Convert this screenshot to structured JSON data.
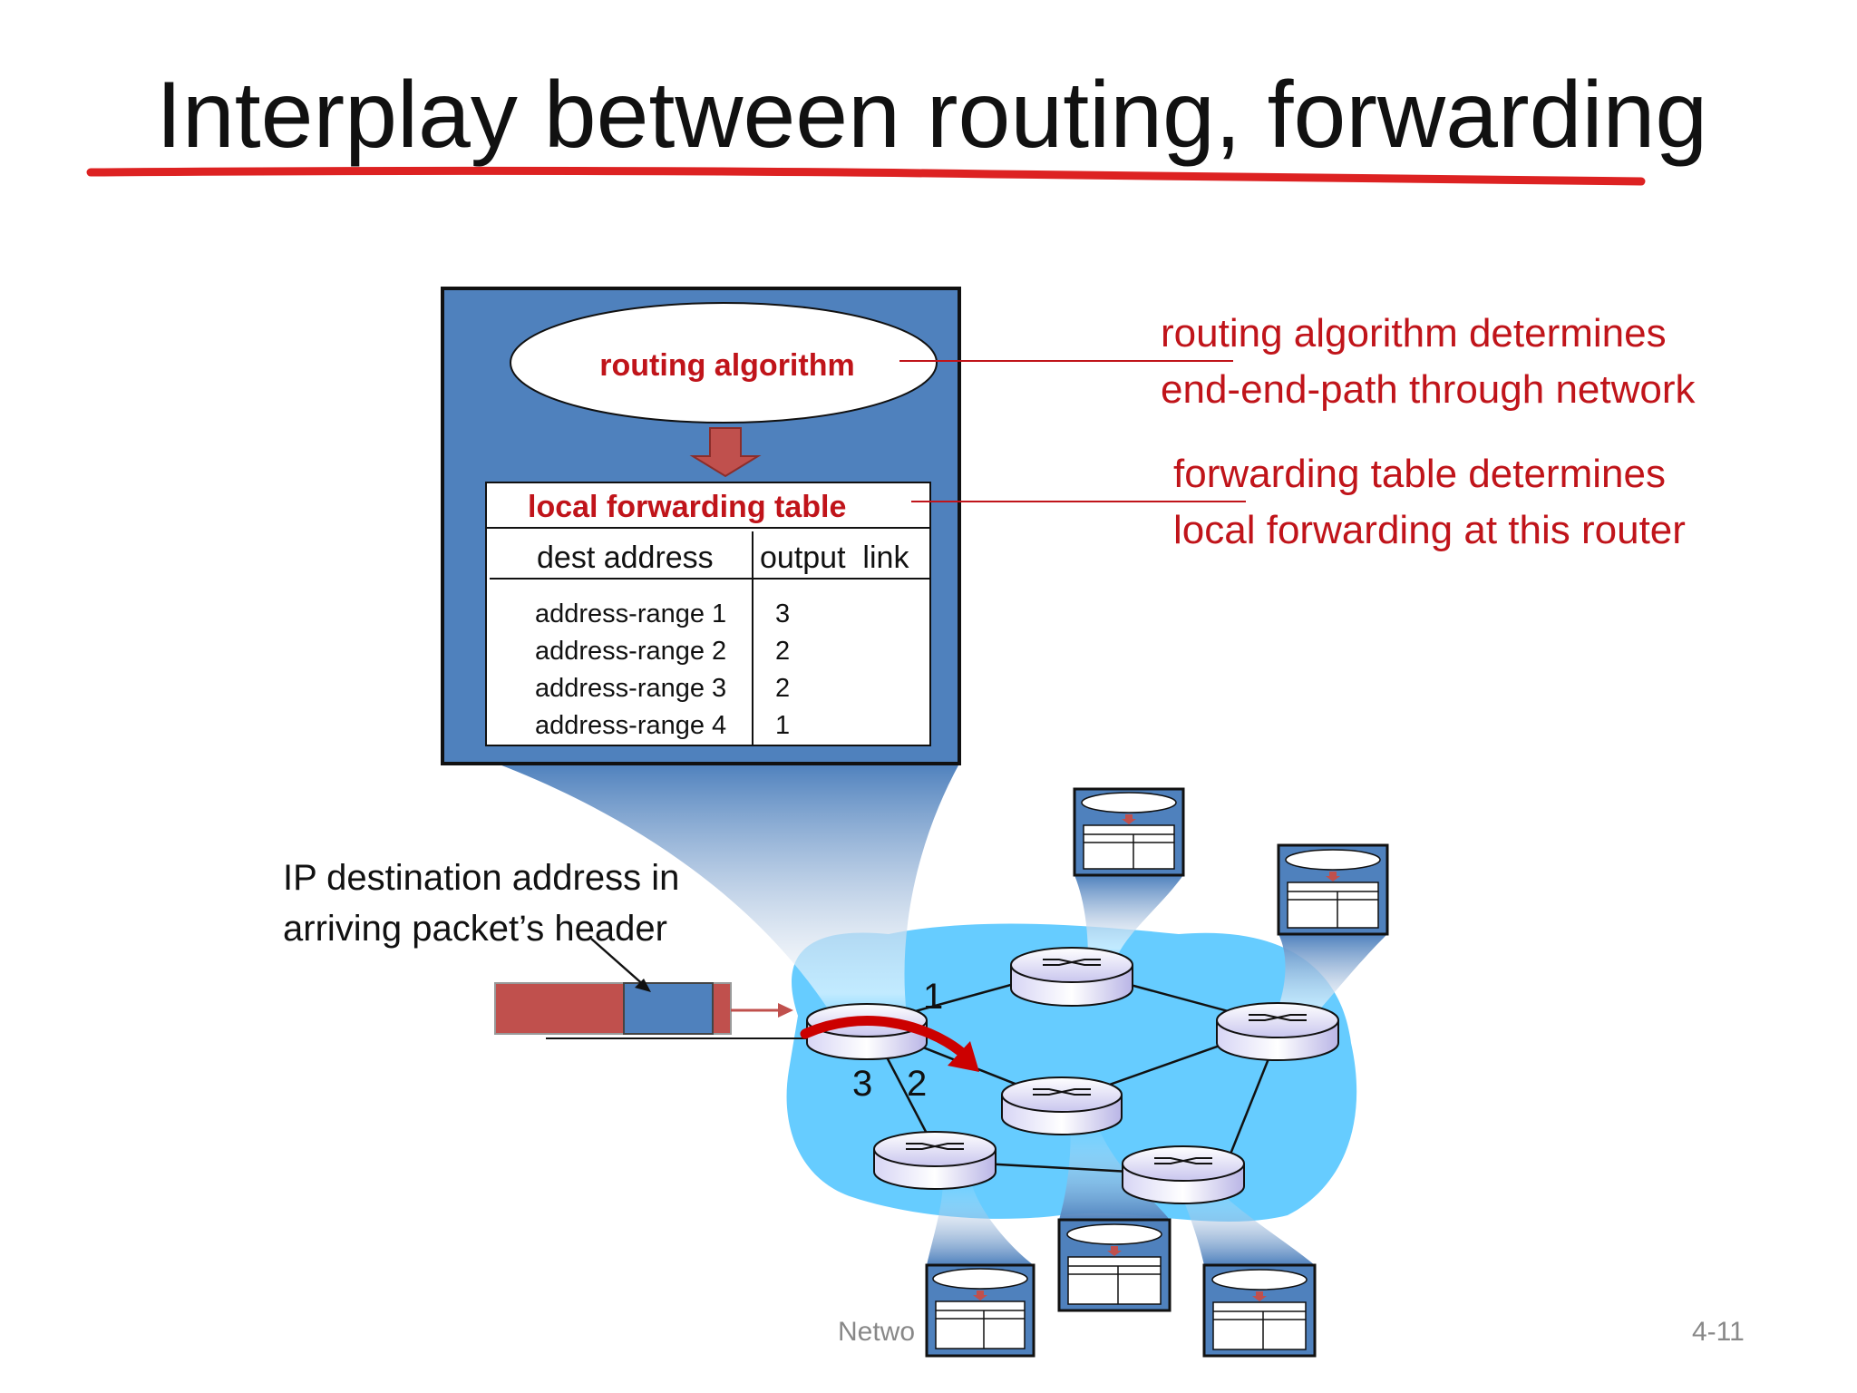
{
  "slide": {
    "title": "Interplay between routing, forwarding",
    "footer_left": "Netwo",
    "footer_right": "4-11"
  },
  "router_box": {
    "algorithm_label": "routing algorithm",
    "table_title": "local forwarding table",
    "headers": [
      "dest address",
      "output  link"
    ],
    "rows": [
      {
        "dest": "address-range 1",
        "link": "3"
      },
      {
        "dest": "address-range 2",
        "link": "2"
      },
      {
        "dest": "address-range 3",
        "link": "2"
      },
      {
        "dest": "address-range 4",
        "link": "1"
      }
    ]
  },
  "notes": {
    "routing_line1": "routing algorithm determines",
    "routing_line2": "end-end-path through network",
    "forwarding_line1": "forwarding table determines",
    "forwarding_line2": "local forwarding at this router"
  },
  "packet_caption": {
    "line1": "IP destination address in",
    "line2": "arriving packet’s header"
  },
  "port_labels": {
    "port1": "1",
    "port2": "2",
    "port3": "3"
  },
  "colors": {
    "note_red": "#c0141a",
    "box_blue": "#4f81bd",
    "cloud_blue": "#66ccff",
    "packet_red": "#c0504d",
    "arrow_red": "#cc0000"
  }
}
